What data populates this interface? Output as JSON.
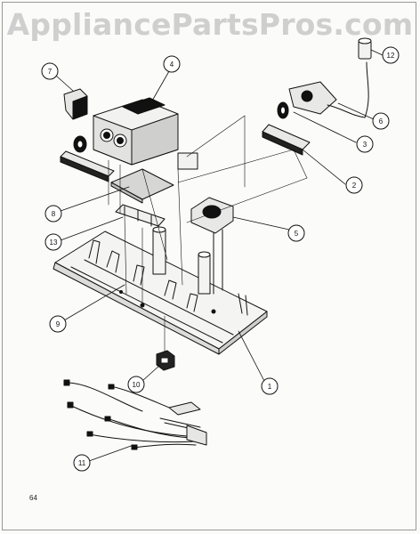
{
  "watermark": "AppliancePartsPros.com",
  "page_number": "64",
  "callouts": [
    {
      "label": "1"
    },
    {
      "label": "2"
    },
    {
      "label": "3"
    },
    {
      "label": "4"
    },
    {
      "label": "5"
    },
    {
      "label": "6"
    },
    {
      "label": "7"
    },
    {
      "label": "8"
    },
    {
      "label": "9"
    },
    {
      "label": "10"
    },
    {
      "label": "11"
    },
    {
      "label": "12"
    },
    {
      "label": "13"
    }
  ],
  "colors": {
    "ink": "#111111",
    "watermark": "#cfcfcf",
    "paper": "#fbfbf9"
  }
}
